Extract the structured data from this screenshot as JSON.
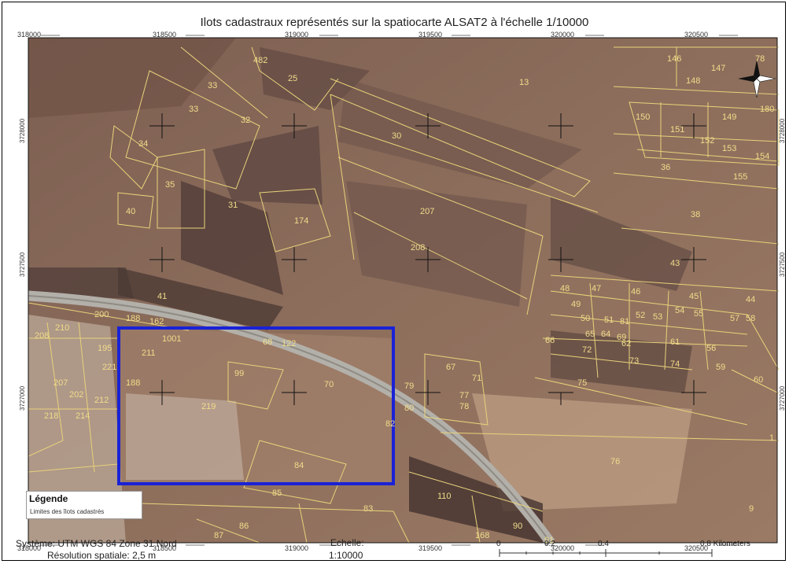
{
  "title": "Ilots cadastraux représentés sur la spatiocarte ALSAT2 à l'échelle 1/10000",
  "x_ticks_top": [
    "318000",
    "318500",
    "319000",
    "319500",
    "320000",
    "320500"
  ],
  "x_ticks_bottom": [
    "318000",
    "318500",
    "319000",
    "319500",
    "320000",
    "320500"
  ],
  "y_ticks_left": [
    "3728000",
    "3727500",
    "3727000"
  ],
  "y_ticks_right": [
    "3728000",
    "3727500",
    "3727000"
  ],
  "parcel_labels": [
    "482",
    "25",
    "13",
    "146",
    "147",
    "78",
    "148",
    "33",
    "33",
    "32",
    "30",
    "150",
    "151",
    "149",
    "180",
    "152",
    "153",
    "154",
    "34",
    "36",
    "155",
    "35",
    "174",
    "207",
    "38",
    "40",
    "31",
    "208",
    "43",
    "41",
    "48",
    "47",
    "46",
    "45",
    "44",
    "200",
    "188",
    "162",
    "49",
    "50",
    "51",
    "81",
    "52",
    "53",
    "54",
    "55",
    "57",
    "58",
    "1001",
    "211",
    "68",
    "122",
    "66",
    "65",
    "64",
    "69",
    "62",
    "61",
    "56",
    "208",
    "210",
    "195",
    "72",
    "73",
    "74",
    "59",
    "221",
    "188",
    "99",
    "67",
    "71",
    "60",
    "70",
    "79",
    "77",
    "78",
    "75",
    "207",
    "202",
    "212",
    "219",
    "80",
    "82",
    "218",
    "214",
    "76",
    "1",
    "84",
    "110",
    "85",
    "83",
    "86",
    "87",
    "168",
    "91",
    "90",
    "9"
  ],
  "legend": {
    "title": "Légende",
    "item": "Limites des îlots cadastrés"
  },
  "system": "Système: UTM WGS 84 Zone 31 Nord",
  "resolution": "Résolution spatiale: 2,5 m",
  "scale_label": "Echelle:",
  "scale_value": "1:10000",
  "scale_bar": {
    "ticks": [
      "0",
      "0.2",
      "0.4",
      "0.8 Kilometers"
    ]
  },
  "colors": {
    "parcel_lines": "#e8d27a",
    "highlight_box": "#1a22d6",
    "terrain": "#8a6a58"
  }
}
